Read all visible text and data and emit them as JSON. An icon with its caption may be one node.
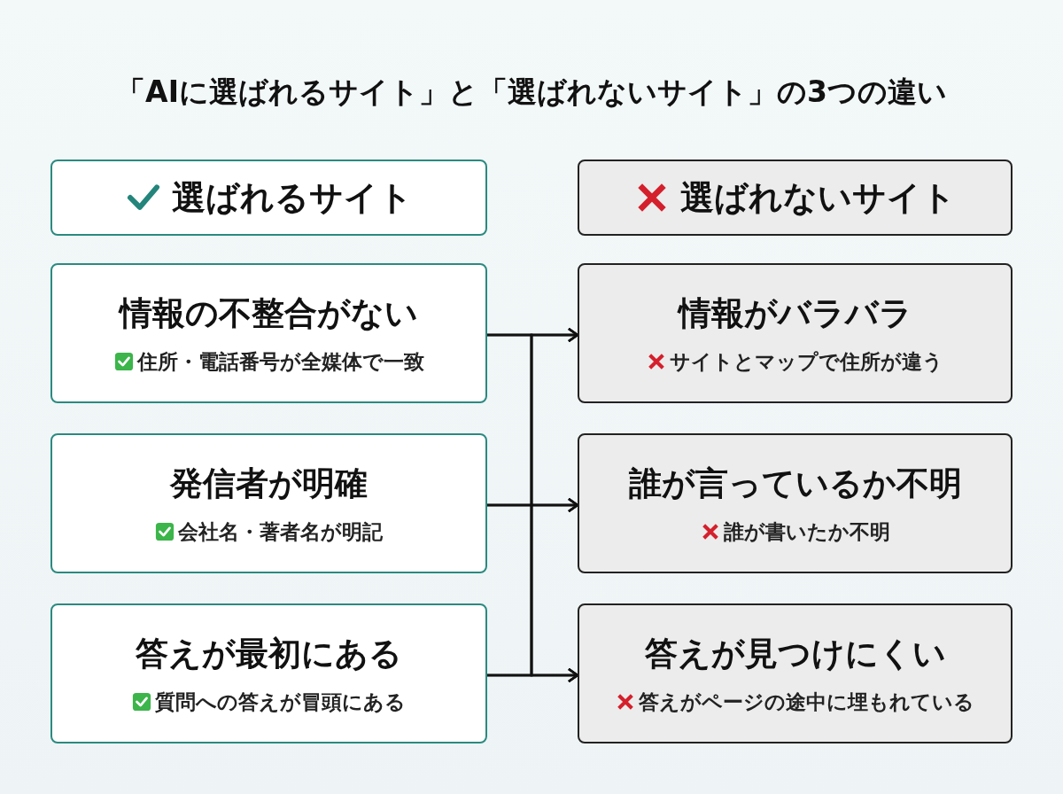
{
  "diagram": {
    "title": "「AIに選ばれるサイト」と「選ばれないサイト」の3つの違い",
    "nodes": [
      {
        "text": [
          "選ばれるサイト"
        ]
      },
      {
        "text": [
          "選ばれないサイト"
        ]
      },
      {
        "text": [
          "情報の不整合がない",
          "住所・電話番号が全媒体で一致"
        ]
      },
      {
        "text": [
          "情報がバラバラ",
          "サイトとマップで住所が違う"
        ]
      },
      {
        "text": [
          "発信者が明確",
          "会社名・著者名が明記"
        ]
      },
      {
        "text": [
          "誰が言っているか不明",
          "誰が書いたか不明"
        ]
      },
      {
        "text": [
          "答えが最初にある",
          "質問への答えが冒頭にある"
        ]
      },
      {
        "text": [
          "答えが見つけにくい",
          "答えがページの途中に埋もれている"
        ]
      }
    ],
    "edges": [
      {
        "from": 2,
        "to": 3,
        "arrow": "to"
      },
      {
        "from": 2,
        "to": 5,
        "arrow": "to"
      },
      {
        "from": 2,
        "to": 7,
        "arrow": "to"
      },
      {
        "from": 4,
        "to": 3,
        "arrow": "to"
      },
      {
        "from": 4,
        "to": 5,
        "arrow": "to"
      },
      {
        "from": 4,
        "to": 7,
        "arrow": "to"
      },
      {
        "from": 6,
        "to": 3,
        "arrow": "to"
      },
      {
        "from": 6,
        "to": 5,
        "arrow": "to"
      },
      {
        "from": 6,
        "to": 7,
        "arrow": "to"
      }
    ]
  }
}
